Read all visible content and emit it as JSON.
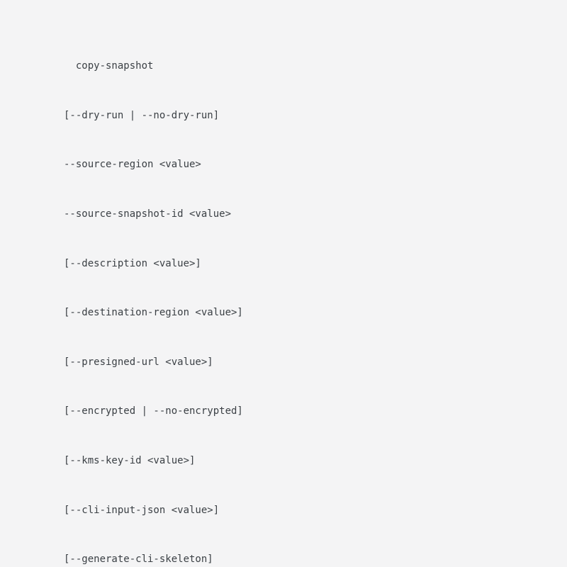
{
  "synopsis": {
    "lines": [
      "  copy-snapshot",
      "[--dry-run | --no-dry-run]",
      "--source-region <value>",
      "--source-snapshot-id <value>",
      "[--description <value>]",
      "[--destination-region <value>]",
      "[--presigned-url <value>]",
      "[--encrypted | --no-encrypted]",
      "[--kms-key-id <value>]",
      "[--cli-input-json <value>]",
      "[--generate-cli-skeleton]"
    ]
  },
  "colors": {
    "background": "#f4f4f5",
    "text": "#3b4045"
  }
}
